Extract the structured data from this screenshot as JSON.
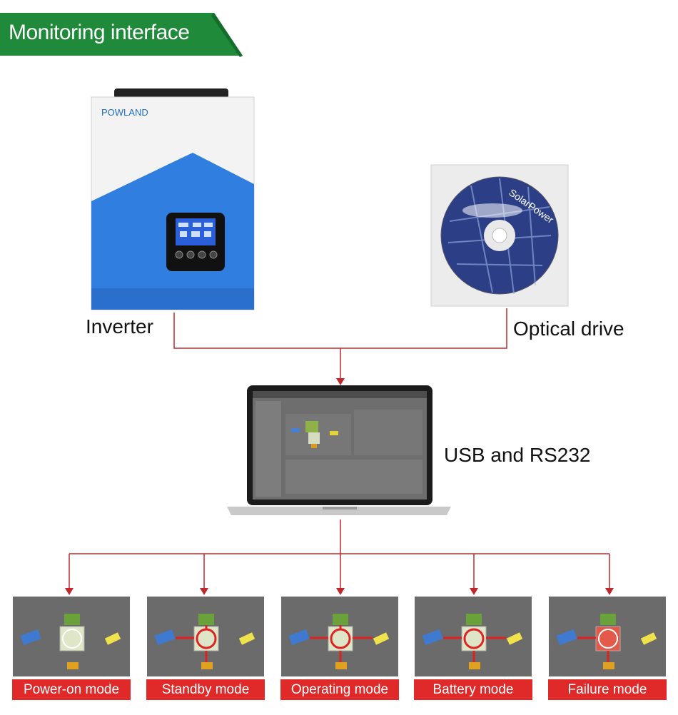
{
  "banner": {
    "title": "Monitoring interface",
    "color": "#1e8a3a"
  },
  "devices": {
    "inverter": {
      "label": "Inverter",
      "brand": "POWLAND"
    },
    "optical_drive": {
      "label": "Optical drive",
      "disc_text": "SolarPower"
    },
    "laptop": {
      "label": "USB and RS232"
    }
  },
  "modes": [
    {
      "label": "Power-on mode"
    },
    {
      "label": "Standby mode"
    },
    {
      "label": "Operating mode"
    },
    {
      "label": "Battery mode"
    },
    {
      "label": "Failure mode"
    }
  ],
  "colors": {
    "connector": "#c0282b",
    "mode_label_bg": "#e02a2a",
    "inverter_blue": "#2f7ee0"
  }
}
